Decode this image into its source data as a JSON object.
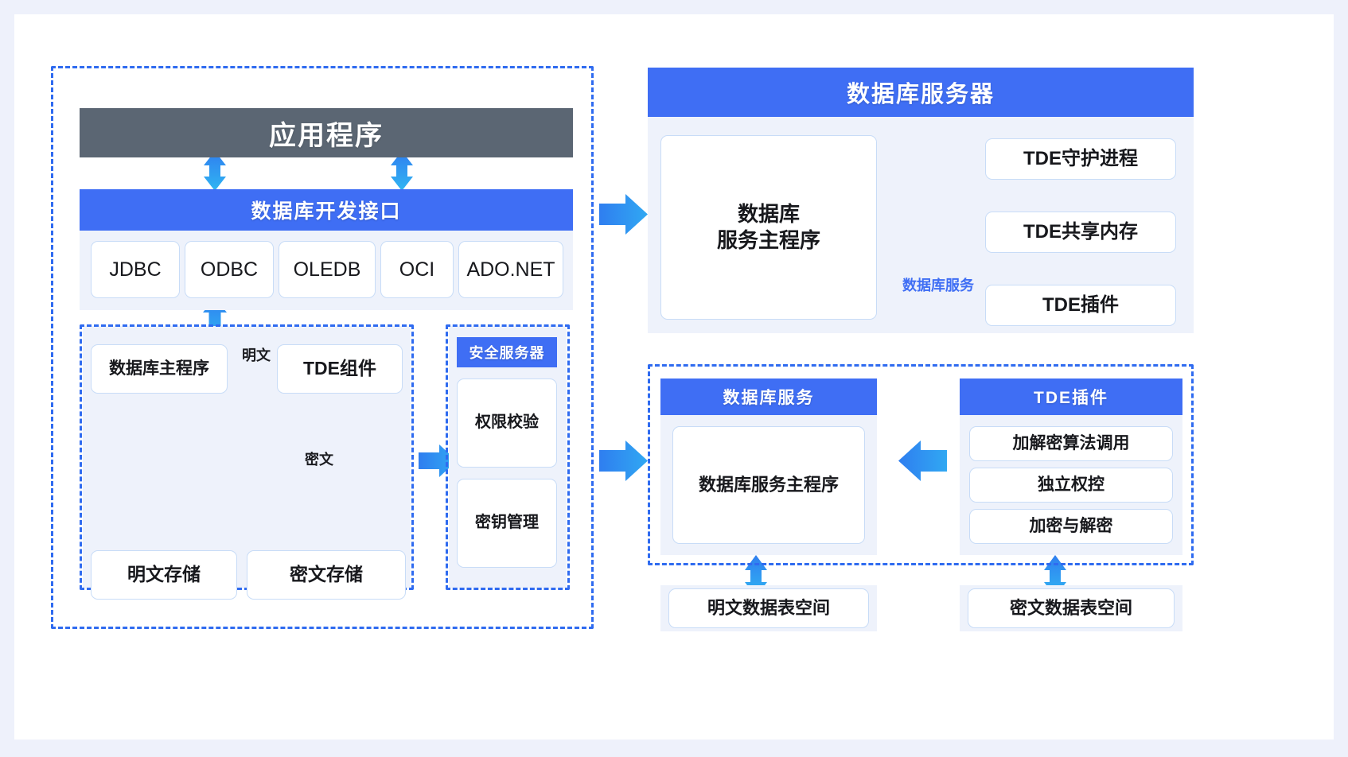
{
  "diagram": {
    "title_hidden": "",
    "colors": {
      "accent_blue": "#3f6ef4",
      "arrow_blue": "#2196f3",
      "dark_slate": "#5b6673",
      "dashed_border": "#2f6bf0",
      "panel_bg": "#eef2fb",
      "box_border": "#c8dcf7",
      "gray_arrow": "#9a9a9a",
      "page_bg": "#eef1fb",
      "card_bg": "#ffffff"
    }
  },
  "client_region": {
    "app_bar": "应用程序",
    "api_bar": "数据库开发接口",
    "connectors": [
      "JDBC",
      "ODBC",
      "OLEDB",
      "OCI",
      "ADO.NET"
    ],
    "db_region": {
      "main_program": "数据库主程序",
      "tde_component": "TDE组件",
      "plaintext_label": "明文",
      "ciphertext_label": "密文",
      "plaintext_storage": "明文存储",
      "ciphertext_storage": "密文存储"
    },
    "security_server": {
      "header": "安全服务器",
      "items": [
        "权限校验",
        "密钥管理"
      ]
    }
  },
  "db_server_region": {
    "header": "数据库服务器",
    "main_service": "数据库\n服务主程序",
    "main_service_line1": "数据库",
    "main_service_line2": "服务主程序",
    "link_label": "数据库服务",
    "stack": [
      "TDE守护进程",
      "TDE共享内存",
      "TDE插件"
    ]
  },
  "service_region": {
    "db_service": {
      "header": "数据库服务",
      "body": "数据库服务主程序"
    },
    "tde_plugin": {
      "header": "TDE插件",
      "items": [
        "加解密算法调用",
        "独立权控",
        "加密与解密"
      ]
    },
    "tablespaces": {
      "plaintext": "明文数据表空间",
      "ciphertext": "密文数据表空间"
    }
  }
}
